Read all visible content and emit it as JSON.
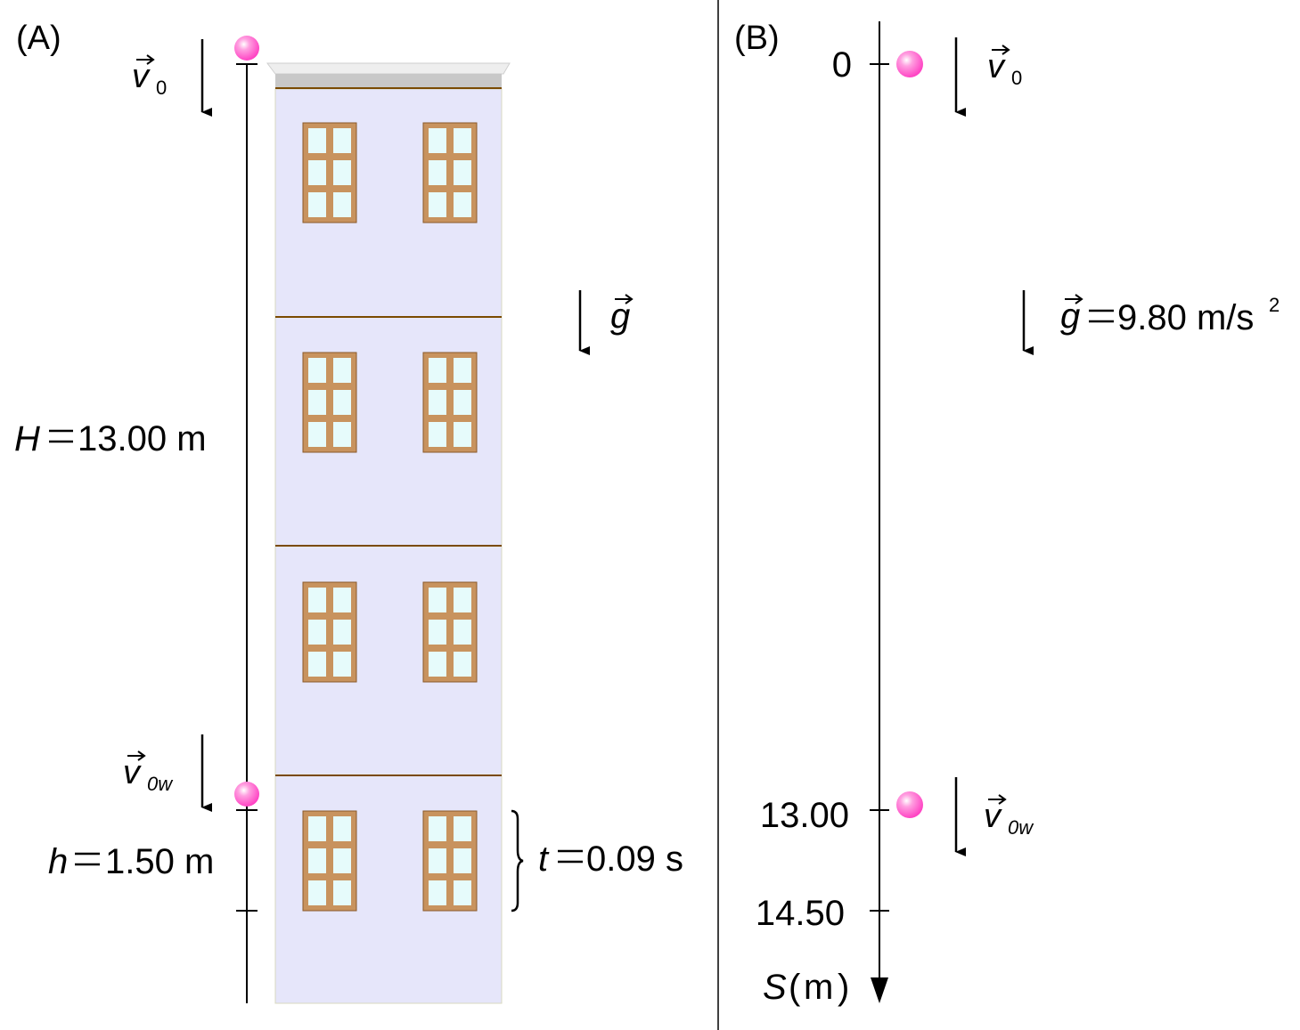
{
  "panel_a": {
    "label": "(A)",
    "v0": {
      "symbol": "v",
      "subscript": "0"
    },
    "v0w": {
      "symbol": "v",
      "subscript": "0w"
    },
    "g": {
      "symbol": "g"
    },
    "H": {
      "symbol": "H",
      "value": "13.00 m"
    },
    "h": {
      "symbol": "h",
      "value": "1.50 m"
    },
    "t": {
      "symbol": "t",
      "value": "0.09 s"
    }
  },
  "panel_b": {
    "label": "(B)",
    "ticks": [
      "0",
      "13.00",
      "14.50"
    ],
    "v0": {
      "symbol": "v",
      "subscript": "0"
    },
    "v0w": {
      "symbol": "v",
      "subscript": "0w"
    },
    "g": {
      "symbol": "g",
      "value": "9.80 m/s",
      "superscript": "2"
    },
    "axis": {
      "symbol": "S",
      "unit": "m"
    }
  },
  "colors": {
    "building": "#e6e6fa",
    "window_frame": "#c8935e",
    "glass": "#e6fbfb",
    "ball": "#ff66cc",
    "roof": "#c8c8c8",
    "floor_line": "#7a4a00"
  }
}
